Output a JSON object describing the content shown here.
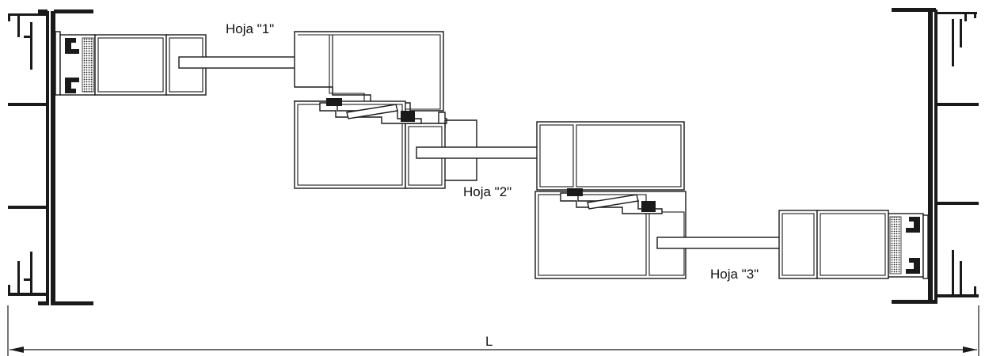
{
  "labels": {
    "leaf1": "Hoja \"1\"",
    "leaf2": "Hoja \"2\"",
    "leaf3": "Hoja \"3\"",
    "dimension": "L"
  },
  "colors": {
    "line": "#1a1a1a",
    "background": "#ffffff"
  }
}
